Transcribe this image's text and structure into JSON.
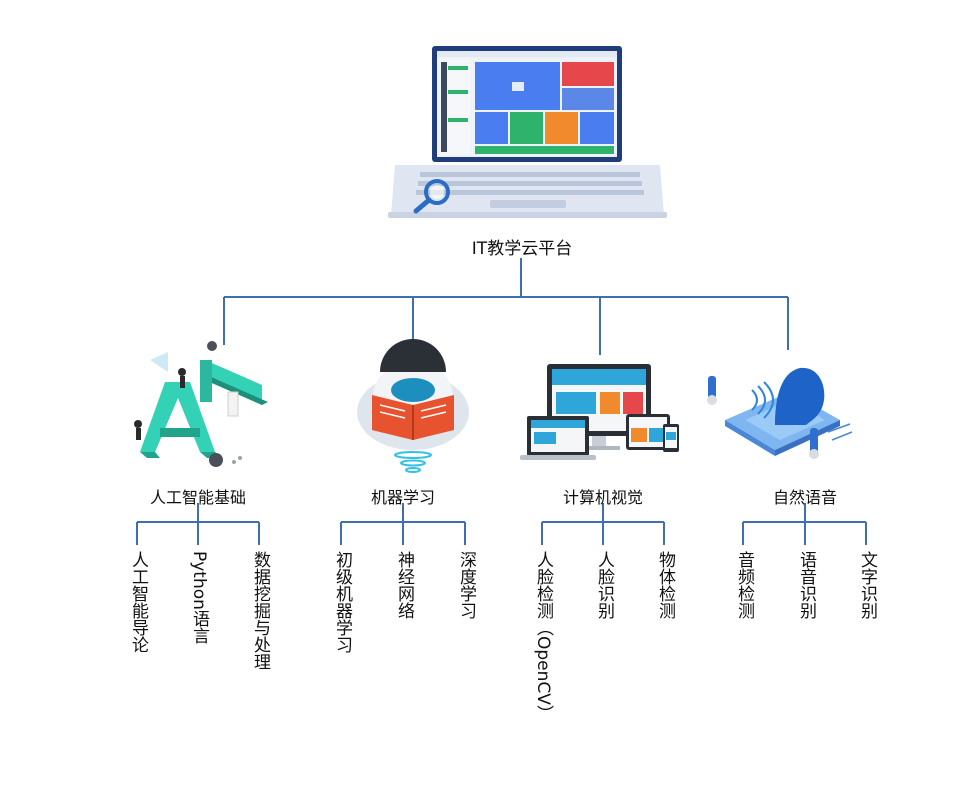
{
  "root": {
    "title": "IT教学云平台"
  },
  "categories": [
    {
      "title": "人工智能基础",
      "leaves": [
        "人工智能导论",
        "Python语言",
        "数据挖掘与处理"
      ]
    },
    {
      "title": "机器学习",
      "leaves": [
        "初级机器学习",
        "神经网络",
        "深度学习"
      ]
    },
    {
      "title": "计算机视觉",
      "leaves": [
        "人脸检测（OpenCV）",
        "人脸识别",
        "物体检测"
      ]
    },
    {
      "title": "自然语音",
      "leaves": [
        "音频检测",
        "语音识别",
        "文字识别"
      ]
    }
  ],
  "colors": {
    "connector": "#3f6fb3"
  }
}
